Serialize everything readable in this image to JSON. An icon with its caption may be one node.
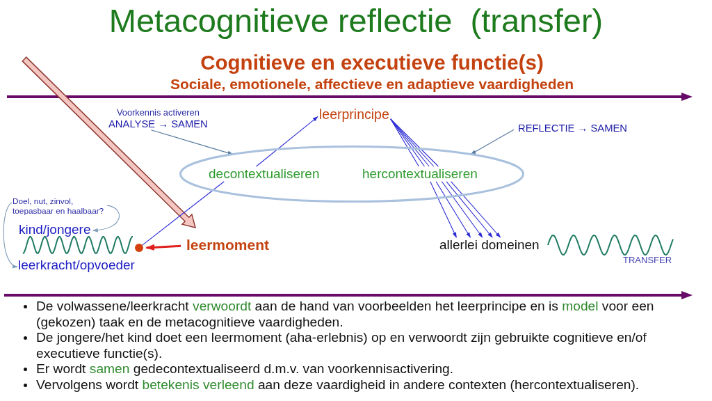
{
  "diagram": {
    "title": "Metacognitieve reflectie  (transfer)",
    "nodes": [
      {
        "text": [
          "Voorkennis activeren",
          "ANALYSE → SAMEN"
        ]
      },
      {
        "text": [
          "leerprincipe"
        ]
      },
      {
        "text": [
          "REFLECTIE → SAMEN"
        ]
      },
      {
        "text": [],
        "shape": "ellipse"
      },
      {
        "text": [
          "decontextualiseren"
        ],
        "in": 3
      },
      {
        "text": [
          "hercontextualiseren"
        ],
        "in": 3
      },
      {
        "text": [
          "Doel, nut, zinvol, toepasbaar en haalbaar?"
        ]
      },
      {
        "text": [
          "kind/jongere"
        ]
      },
      {
        "text": [],
        "shape": "circle"
      },
      {
        "text": [
          "leermoment"
        ]
      },
      {
        "text": [
          "allerlei domeinen"
        ]
      },
      {
        "text": [
          "leerkracht/opvoeder"
        ]
      }
    ],
    "edges": [
      {
        "from": 0,
        "to": 3,
        "arrow": "to",
        "color": "#56789e"
      },
      {
        "from": 2,
        "to": 3,
        "arrow": "to",
        "color": "#56789e"
      },
      {
        "from": 8,
        "to": 4,
        "arrow": "none"
      },
      {
        "from": 4,
        "to": 1,
        "arrow": "to"
      },
      {
        "from": 1,
        "to": 5,
        "arrow": "none"
      },
      {
        "from": 1,
        "to": 5,
        "arrow": "none"
      },
      {
        "from": 1,
        "to": 5,
        "arrow": "none"
      },
      {
        "from": 1,
        "to": 5,
        "arrow": "none"
      },
      {
        "from": 1,
        "to": 5,
        "arrow": "none"
      },
      {
        "from": 5,
        "to": 10,
        "arrow": "to"
      },
      {
        "from": 5,
        "to": 10,
        "arrow": "to"
      },
      {
        "from": 5,
        "to": 10,
        "arrow": "to"
      },
      {
        "from": 5,
        "to": 10,
        "arrow": "to"
      },
      {
        "from": 5,
        "to": 10,
        "arrow": "to"
      },
      {
        "from": 6,
        "to": 7,
        "arrow": "to",
        "color": "#7f9cb8"
      },
      {
        "from": 6,
        "to": 11,
        "arrow": "to",
        "color": "#7f9cb8"
      },
      {
        "from": 9,
        "to": 8,
        "arrow": "to",
        "style": "thick",
        "color": "#e01e1e"
      }
    ],
    "labels": [
      "Cognitieve en executieve functie(s)",
      "Sociale, emotionele, affectieve en adaptieve vaardigheden",
      "TRANSFER",
      "De volwassene/leerkracht **verwoordt** aan de hand van voorbeelden het leerprincipe en is **model** voor een (gekozen) taak en de metacognitieve vaardigheden.",
      "De jongere/het kind doet een leermoment (aha-erlebnis) op en verwoordt zijn gebruikte cognitieve en/of executieve functie(s).",
      "Er wordt **samen** gedecontextualiseerd d.m.v. van voorkennisactivering.",
      "Vervolgens wordt **betekenis verleend** aan deze vaardigheid in andere contexten (hercontextualiseren)."
    ]
  }
}
